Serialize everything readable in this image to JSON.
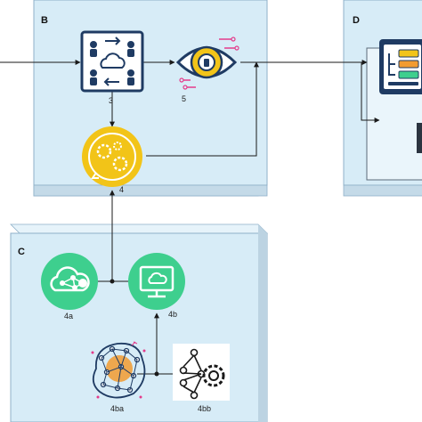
{
  "panels": {
    "b": {
      "label": "B"
    },
    "c": {
      "label": "C"
    },
    "d": {
      "label": "D"
    }
  },
  "nodes": {
    "n3": {
      "label": "3",
      "icon": "network-users-cloud-icon"
    },
    "n5": {
      "label": "5",
      "icon": "eye-gear-icon"
    },
    "n4": {
      "label": "4",
      "icon": "gears-cycle-icon"
    },
    "n4a": {
      "label": "4a",
      "icon": "cloud-network-icon"
    },
    "n4b": {
      "label": "4b",
      "icon": "cloud-monitor-icon"
    },
    "n4ba": {
      "label": "4ba",
      "icon": "neural-brain-icon"
    },
    "n4bb": {
      "label": "4bb",
      "icon": "neural-network-gear-icon"
    },
    "d_device": {
      "icon": "dashboard-device-icon"
    }
  },
  "colors": {
    "panel_fill": "#d7ecf7",
    "panel_stroke": "#8fb0c8",
    "panel_side": "#bcd3e2",
    "navy": "#1f3b63",
    "yellow": "#f2c418",
    "green": "#3ecf8e",
    "orange": "#f29b30",
    "pink": "#e43b8b",
    "line": "#1a1a1a"
  }
}
